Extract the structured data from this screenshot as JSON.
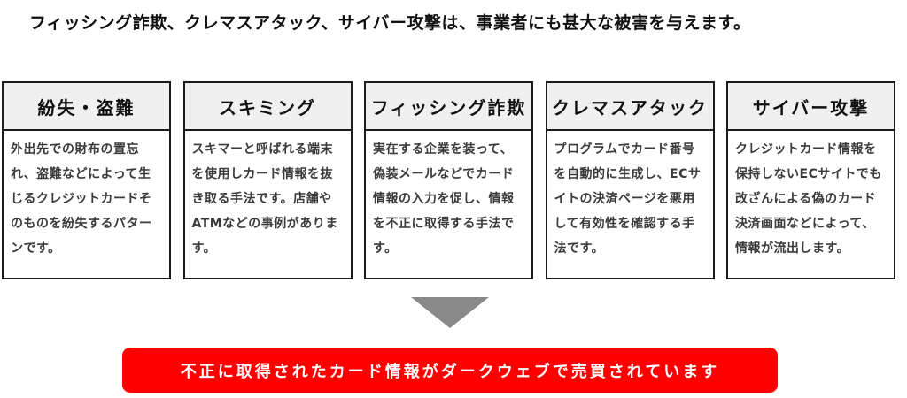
{
  "headline": "フィッシング詐欺、クレマスアタック、サイバー攻撃は、事業者にも甚大な被害を与えます。",
  "cards": [
    {
      "title": "紛失・盗難",
      "description": "外出先での財布の置忘れ、盗難などによって生じるクレジットカードそのものを紛失するパターンです。"
    },
    {
      "title": "スキミング",
      "description": "スキマーと呼ばれる端末を使用しカード情報を抜き取る手法です。店舗やATMなどの事例があります。"
    },
    {
      "title": "フィッシング詐欺",
      "description": "実在する企業を装って、偽装メールなどでカード情報の入力を促し、情報を不正に取得する手法です。"
    },
    {
      "title": "クレマスアタック",
      "description": "プログラムでカード番号を自動的に生成し、ECサイトの決済ページを悪用して有効性を確認する手法です。"
    },
    {
      "title": "サイバー攻撃",
      "description": "クレジットカード情報を保持しないECサイトでも改ざんによる偽のカード決済画面などによって、情報が流出します。"
    }
  ],
  "arrow": {
    "direction": "down",
    "color": "#8a8a8a"
  },
  "banner": {
    "text": "不正に取得されたカード情報がダークウェブで売買されています",
    "background_color": "#ff0000",
    "text_color": "#ffffff"
  },
  "colors": {
    "card_header_background": "#f0f0f0",
    "card_border": "#1c1c1c",
    "body_text": "#3a3a3a",
    "headline_text": "#111111"
  }
}
